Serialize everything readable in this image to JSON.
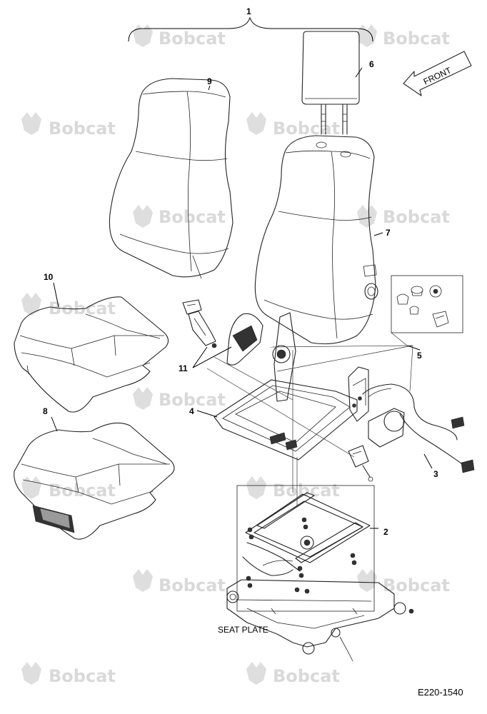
{
  "watermark": {
    "brand": "Bobcat"
  },
  "callouts": [
    {
      "id": "c1",
      "text": "1"
    },
    {
      "id": "c2",
      "text": "2"
    },
    {
      "id": "c3",
      "text": "3"
    },
    {
      "id": "c4",
      "text": "4"
    },
    {
      "id": "c5",
      "text": "5"
    },
    {
      "id": "c6",
      "text": "6"
    },
    {
      "id": "c7",
      "text": "7"
    },
    {
      "id": "c8",
      "text": "8"
    },
    {
      "id": "c9",
      "text": "9"
    },
    {
      "id": "c10",
      "text": "10"
    },
    {
      "id": "c11",
      "text": "11"
    }
  ],
  "front_arrow_label": "FRONT",
  "caption_seat_plate": "SEAT PLATE",
  "document_id": "E220-1540"
}
